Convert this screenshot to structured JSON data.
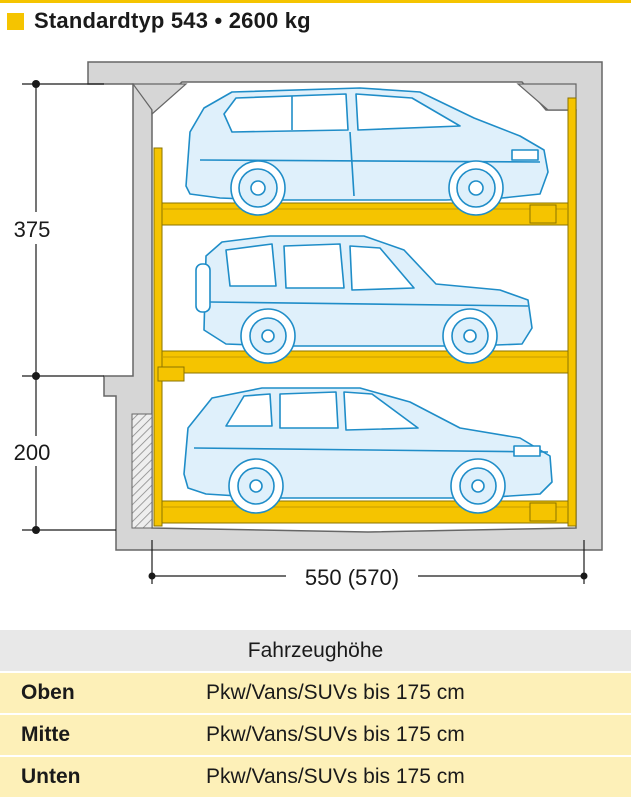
{
  "header": {
    "title": "Standardtyp 543 • 2600 kg"
  },
  "dimensions": {
    "upper_height": "375",
    "lower_height": "200",
    "width": "550 (570)"
  },
  "colors": {
    "accent": "#f5c400",
    "car_fill": "#dff0fb",
    "car_stroke": "#1f8dc8",
    "wall": "#d6d6d6",
    "table_row": "#fdf0b8",
    "table_head": "#e8e8e8"
  },
  "table": {
    "header": "Fahrzeughöhe",
    "rows": [
      {
        "level": "Oben",
        "desc": "Pkw/Vans/SUVs bis 175 cm"
      },
      {
        "level": "Mitte",
        "desc": "Pkw/Vans/SUVs bis 175 cm"
      },
      {
        "level": "Unten",
        "desc": "Pkw/Vans/SUVs bis 175 cm"
      }
    ]
  }
}
